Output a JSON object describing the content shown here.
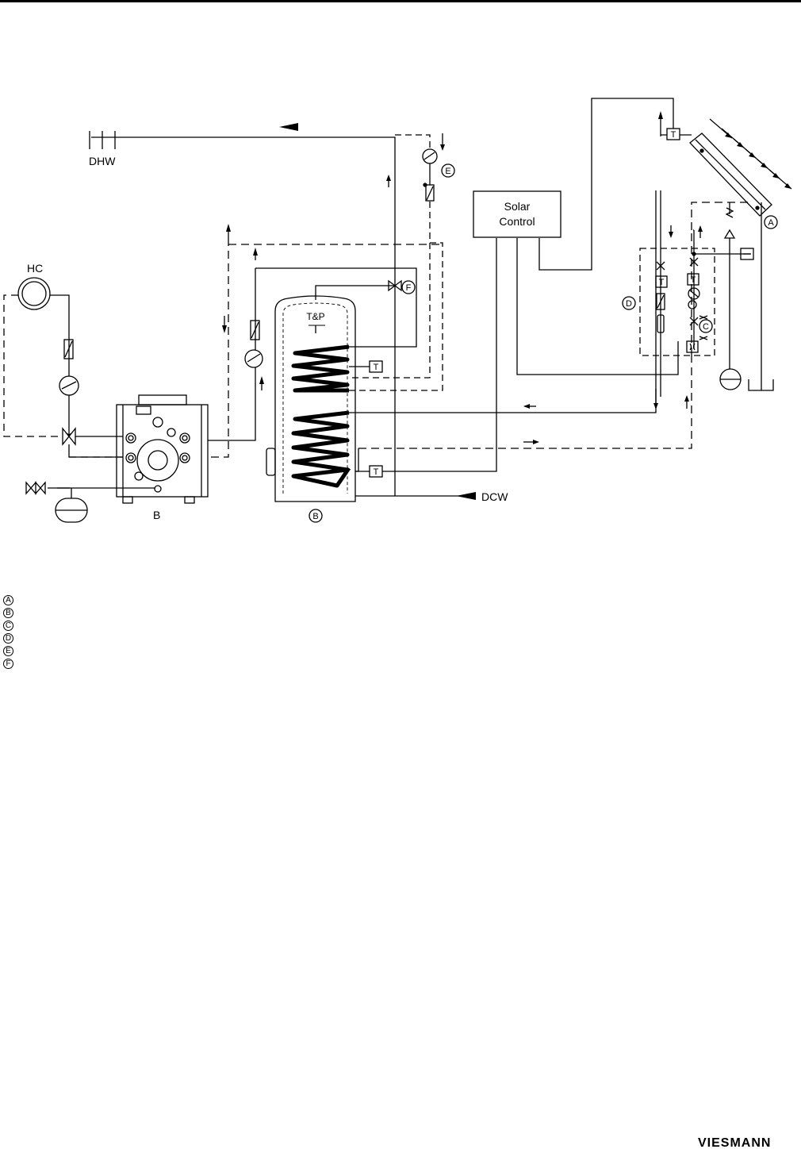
{
  "diagram": {
    "labels": {
      "dhw": "DHW",
      "hc": "HC",
      "boiler": "B",
      "dcw": "DCW",
      "tp": "T&P",
      "solar_control_line1": "Solar",
      "solar_control_line2": "Control",
      "sensor_t": "T"
    },
    "markers": {
      "a": "A",
      "b": "B",
      "c": "C",
      "d": "D",
      "e": "E",
      "f": "F"
    }
  },
  "legend": [
    "A",
    "B",
    "C",
    "D",
    "E",
    "F"
  ],
  "logo": {
    "text": "VIESMANN",
    "brand_color": "#000000"
  }
}
